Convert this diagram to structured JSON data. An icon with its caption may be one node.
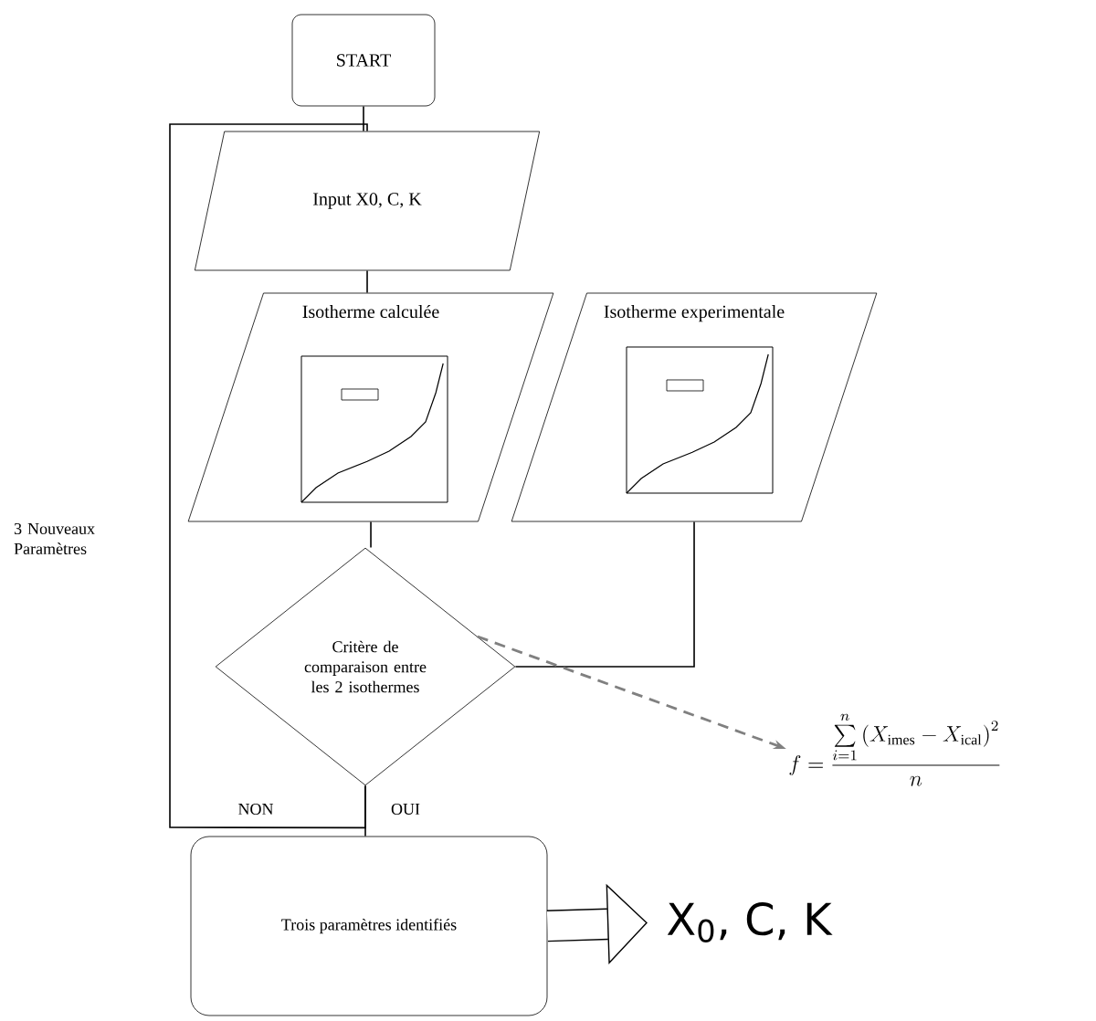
{
  "diagram": {
    "nodes": [
      {
        "text": [
          "START"
        ]
      },
      {
        "text": [
          "Input   X0, C, K"
        ]
      },
      {
        "text": [
          "Isotherme calculée"
        ]
      },
      {
        "text": [
          "Isotherme experimentale"
        ]
      },
      {
        "text": [
          "Critère de comparaison entre les 2 isothermes"
        ]
      },
      {
        "text": [
          "Trois paramètres identifiés"
        ]
      },
      {
        "text": [
          "f = \\frac{\\sum\\limits_{i=1}^{n}\\left(X_{\\mathrm{imes}}-X_{\\mathrm{ical}}\\right)^{2}}{n}"
        ]
      },
      {
        "text": [
          "X$_{0}$, C, K"
        ]
      }
    ],
    "edges": [
      {
        "from": 0,
        "to": 1,
        "arrow": "none"
      },
      {
        "from": 1,
        "to": 2,
        "arrow": "none"
      },
      {
        "from": 2,
        "to": 4,
        "arrow": "none"
      },
      {
        "from": 3,
        "to": 4,
        "arrow": "none"
      },
      {
        "from": 4,
        "to": 1,
        "arrow": "none",
        "label": "NON"
      },
      {
        "from": 4,
        "to": 5,
        "arrow": "none",
        "label": "OUI"
      },
      {
        "from": 4,
        "to": 6,
        "arrow": "to",
        "style": "dashed",
        "color": "#808080"
      },
      {
        "from": 5,
        "to": 7,
        "arrow": "to",
        "style": "thick"
      }
    ],
    "labels": [
      "3 Nouveaux Paramètres"
    ]
  }
}
